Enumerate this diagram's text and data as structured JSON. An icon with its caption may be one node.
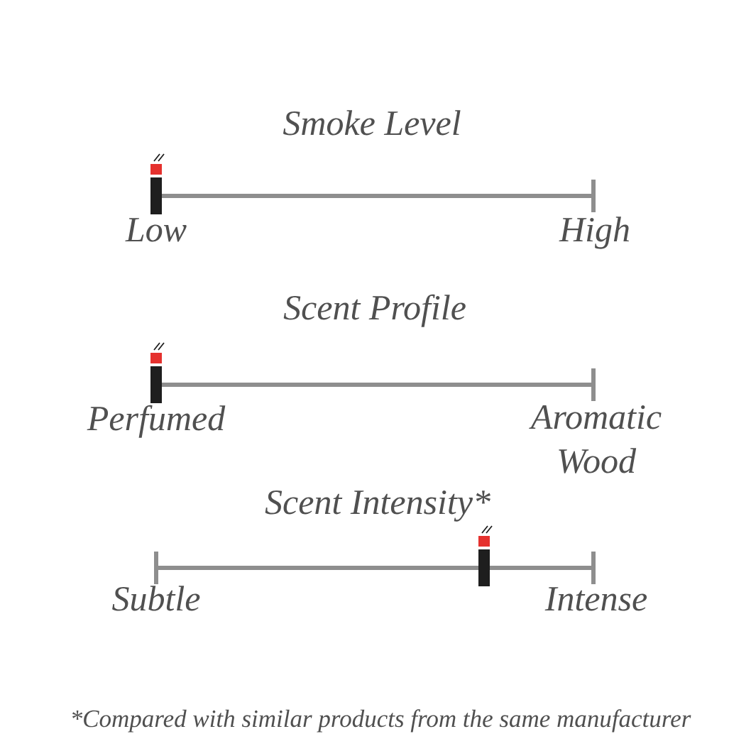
{
  "diagram": {
    "caption": "*Compared with similar products from the same manufacturer",
    "labels": [
      "Smoke Level",
      "Low",
      "High",
      "Scent Profile",
      "Perfumed",
      "Aromatic Wood",
      "Scent Intensity*",
      "Subtle",
      "Intense"
    ]
  }
}
